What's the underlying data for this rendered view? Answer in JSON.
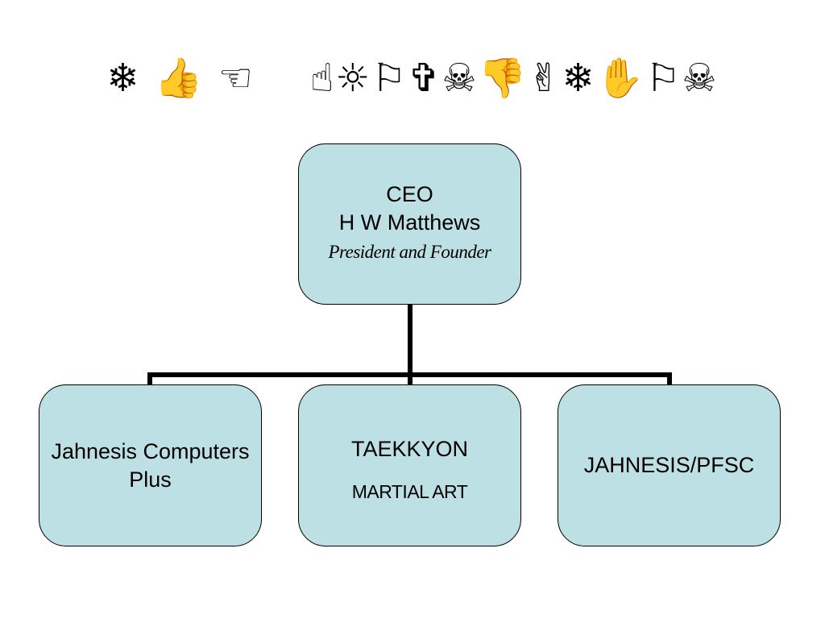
{
  "title": {
    "text": "❄ 👍 ☜    ☝☼⚐✞☠👎✌❄✋⚐☠"
  },
  "org_chart": {
    "ceo": {
      "role": "CEO",
      "name": "H W Matthews",
      "subtitle": "President and Founder"
    },
    "units": [
      {
        "line1": "Jahnesis Computers",
        "line2": "Plus"
      },
      {
        "line1": "TAEKKYON",
        "line2": "MARTIAL ART"
      },
      {
        "line1": "JAHNESIS/PFSC"
      }
    ]
  },
  "colors": {
    "box_fill": "#bde0e4",
    "box_border": "#000000",
    "connector": "#000000",
    "background": "#ffffff"
  }
}
